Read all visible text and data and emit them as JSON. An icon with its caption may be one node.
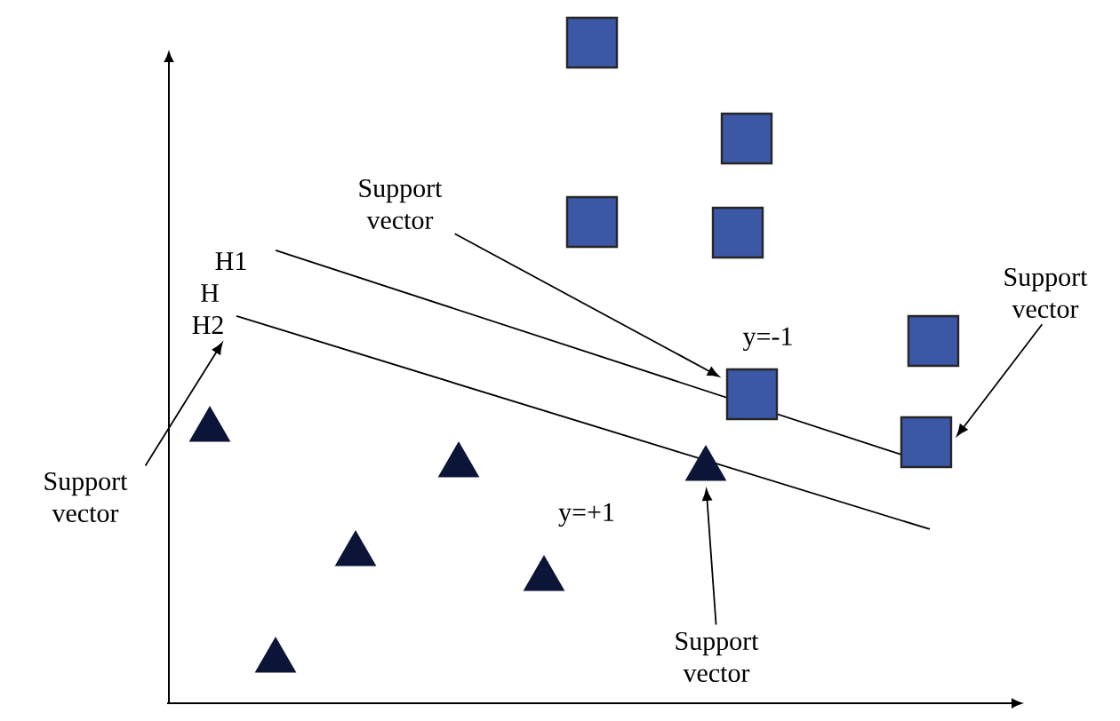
{
  "diagram": {
    "nodes": [
      {
        "text": [
          "Support vector"
        ]
      },
      {
        "text": [
          "Support vector"
        ]
      },
      {
        "text": [
          "Support vector"
        ]
      },
      {
        "text": [
          "Support vector"
        ]
      },
      {
        "text": [],
        "shape": "box"
      },
      {
        "text": [],
        "shape": "box"
      },
      {
        "text": [],
        "shape": "box"
      },
      {
        "text": [],
        "shape": "box"
      },
      {
        "text": [],
        "shape": "box"
      },
      {
        "text": [],
        "shape": "box"
      },
      {
        "text": [],
        "shape": "box"
      },
      {
        "text": [],
        "shape": "triangle"
      },
      {
        "text": [],
        "shape": "triangle"
      },
      {
        "text": [],
        "shape": "triangle"
      },
      {
        "text": [],
        "shape": "triangle"
      },
      {
        "text": [],
        "shape": "triangle"
      },
      {
        "text": [],
        "shape": "triangle"
      },
      {
        "text": [
          "H2"
        ]
      }
    ],
    "edges": [
      {
        "from": 0,
        "to": 8,
        "arrow": "to"
      },
      {
        "from": 1,
        "to": 9,
        "arrow": "to"
      },
      {
        "from": 2,
        "to": 17,
        "arrow": "to"
      },
      {
        "from": 3,
        "to": 16,
        "arrow": "to"
      }
    ],
    "labels": [
      "H1",
      "H",
      "y=-1",
      "y=+1"
    ]
  }
}
